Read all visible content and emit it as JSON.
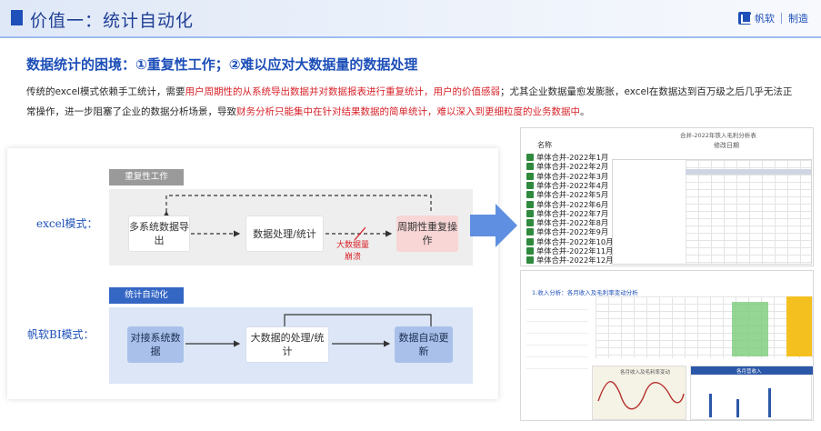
{
  "header": {
    "title": "价值一：统计自动化",
    "brand": "帆软",
    "brand_sub": "制造"
  },
  "heading": "数据统计的困境：①重复性工作；②难以应对大数据量的数据处理",
  "paragraph": {
    "p1": "传统的excel模式依赖手工统计，需要",
    "p2": "用户周期性的从系统导出数据并对数据报表进行重复统计，用户的价值感弱",
    "p3": "；尤其企业数据量愈发膨胀，excel在数据达到百万级之后几乎无法正常操作，进一步阻塞了企业的数据分析场景，导致",
    "p4": "财务分析只能集中在针对结果数据的简单统计，难以深入到更细粒度的业务数据中",
    "p5": "。"
  },
  "diagram": {
    "excel_mode": "excel模式：",
    "bi_mode": "帆软BI模式：",
    "tag_repeat": "重复性工作",
    "tag_auto": "统计自动化",
    "excel_steps": [
      "多系统数据导出",
      "数据处理/统计",
      "周期性重复操作"
    ],
    "crash_note": "大数据量崩溃",
    "bi_steps": [
      "对接系统数据",
      "大数据的处理/统计",
      "数据自动更新"
    ]
  },
  "screenshot1": {
    "title": "合并-2022年铁入毛利分析表",
    "col_name": "名称",
    "col_date": "修改日期",
    "files": [
      "单体合并-2022年1月",
      "单体合并-2022年2月",
      "单体合并-2022年3月",
      "单体合并-2022年4月",
      "单体合并-2022年5月",
      "单体合并-2022年6月",
      "单体合并-2022年7月",
      "单体合并-2022年8月",
      "单体合并-2022年9月",
      "单体合并-2022年10月",
      "单体合并-2022年11月",
      "单体合并-2022年12月"
    ]
  },
  "screenshot2": {
    "title": "1.收入分析：各月收入及毛利率变动分析",
    "chart_title": "各月收入及毛利率变动",
    "chart2_title": "各月营收入"
  },
  "colors": {
    "primary": "#1d4fb8",
    "red": "#d8232a",
    "pink_box": "#f8d6d6",
    "blue_box": "#a9c1ea"
  }
}
